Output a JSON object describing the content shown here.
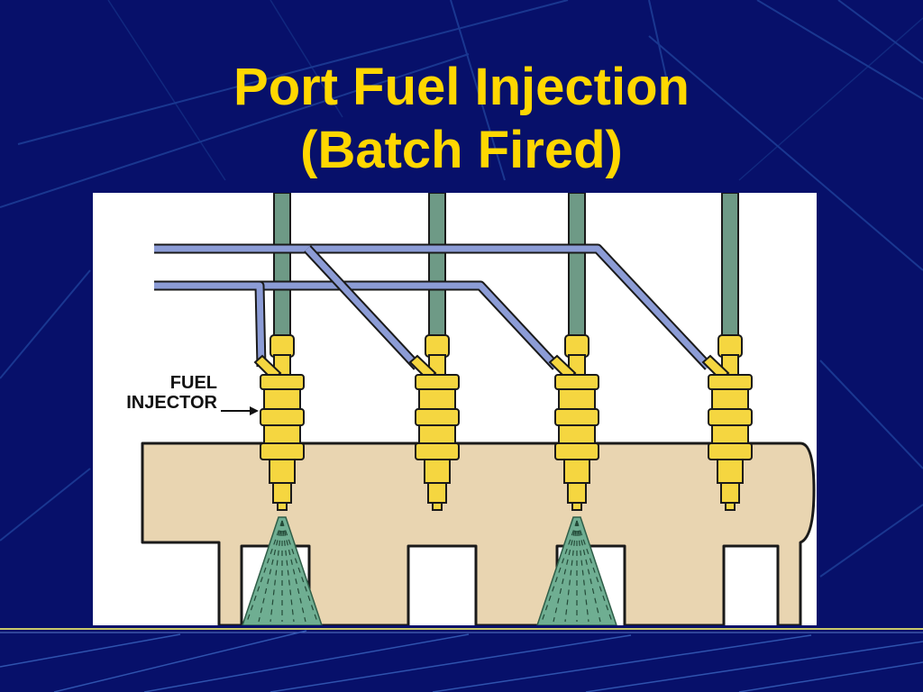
{
  "slide": {
    "title_line1": "Port Fuel Injection",
    "title_line2": "(Batch Fired)"
  },
  "diagram": {
    "label_line1": "FUEL",
    "label_line2": "INJECTOR",
    "injector_count": 4,
    "spraying_injectors": [
      1,
      3
    ]
  },
  "colors": {
    "background": "#07106a",
    "title": "#ffd700",
    "manifold": "#e9d5b1",
    "injector": "#f5d640",
    "fuel_line": "#6e9a86",
    "wiring": "#8c9cd6",
    "spray": "#6fae92"
  }
}
